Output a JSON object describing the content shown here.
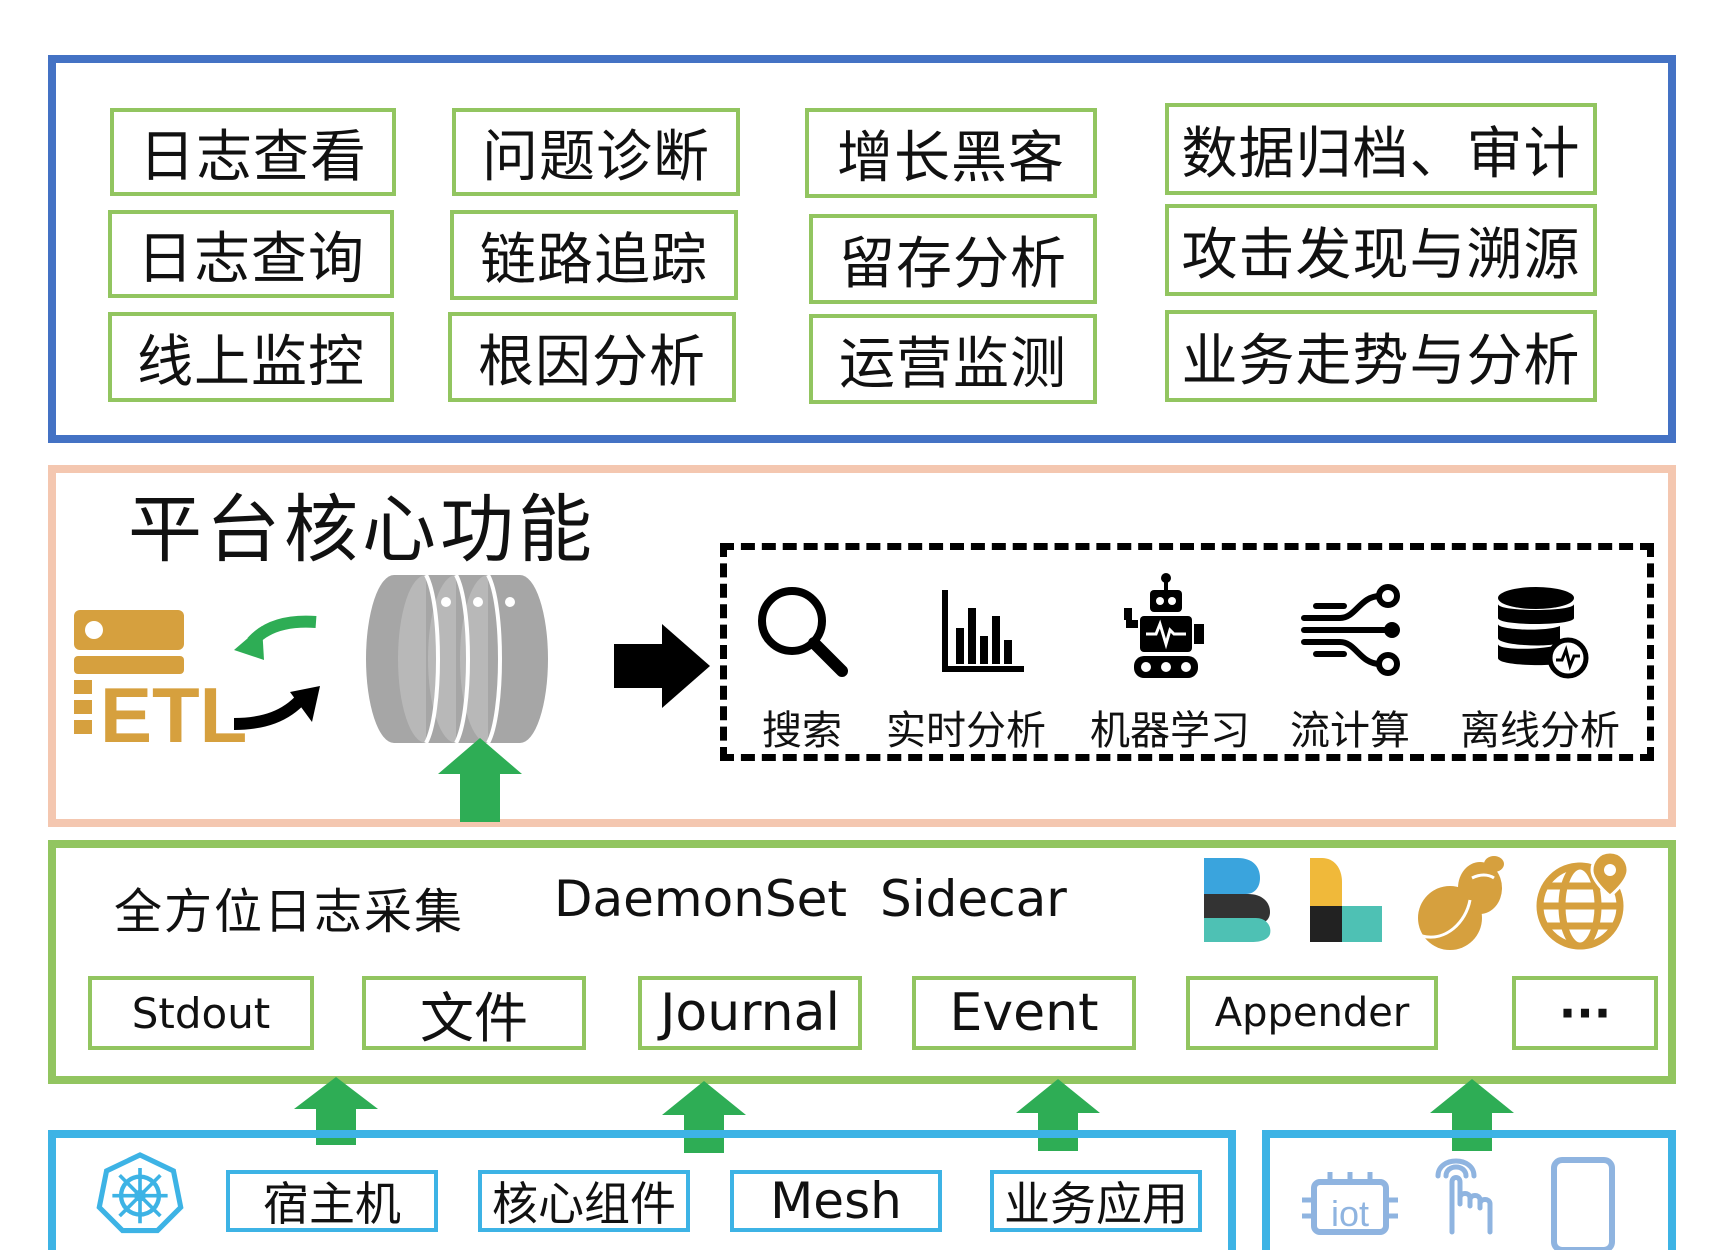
{
  "top_panel": {
    "col1": [
      "日志查看",
      "日志查询",
      "线上监控"
    ],
    "col2": [
      "问题诊断",
      "链路追踪",
      "根因分析"
    ],
    "col3": [
      "增长黑客",
      "留存分析",
      "运营监测"
    ],
    "col4": [
      "数据归档、审计",
      "攻击发现与溯源",
      "业务走势与分析"
    ]
  },
  "platform": {
    "title": "平台核心功能",
    "etl_label": "ETL",
    "tools": [
      "搜索",
      "实时分析",
      "机器学习",
      "流计算",
      "离线分析"
    ]
  },
  "collection": {
    "title": "全方位日志采集",
    "mode1": "DaemonSet",
    "mode2": "Sidecar",
    "sources": [
      "Stdout",
      "文件",
      "Journal",
      "Event",
      "Appender",
      "···"
    ]
  },
  "bottom": {
    "items": [
      "宿主机",
      "核心组件",
      "Mesh",
      "业务应用"
    ],
    "iot_label": "iot"
  },
  "colors": {
    "blue_border": "#4472c4",
    "peach_border": "#f4c7b0",
    "green_border": "#92c560",
    "cyan_border": "#3db3e5",
    "arrow_green": "#2ead55",
    "etl_gold": "#d6a03e"
  }
}
